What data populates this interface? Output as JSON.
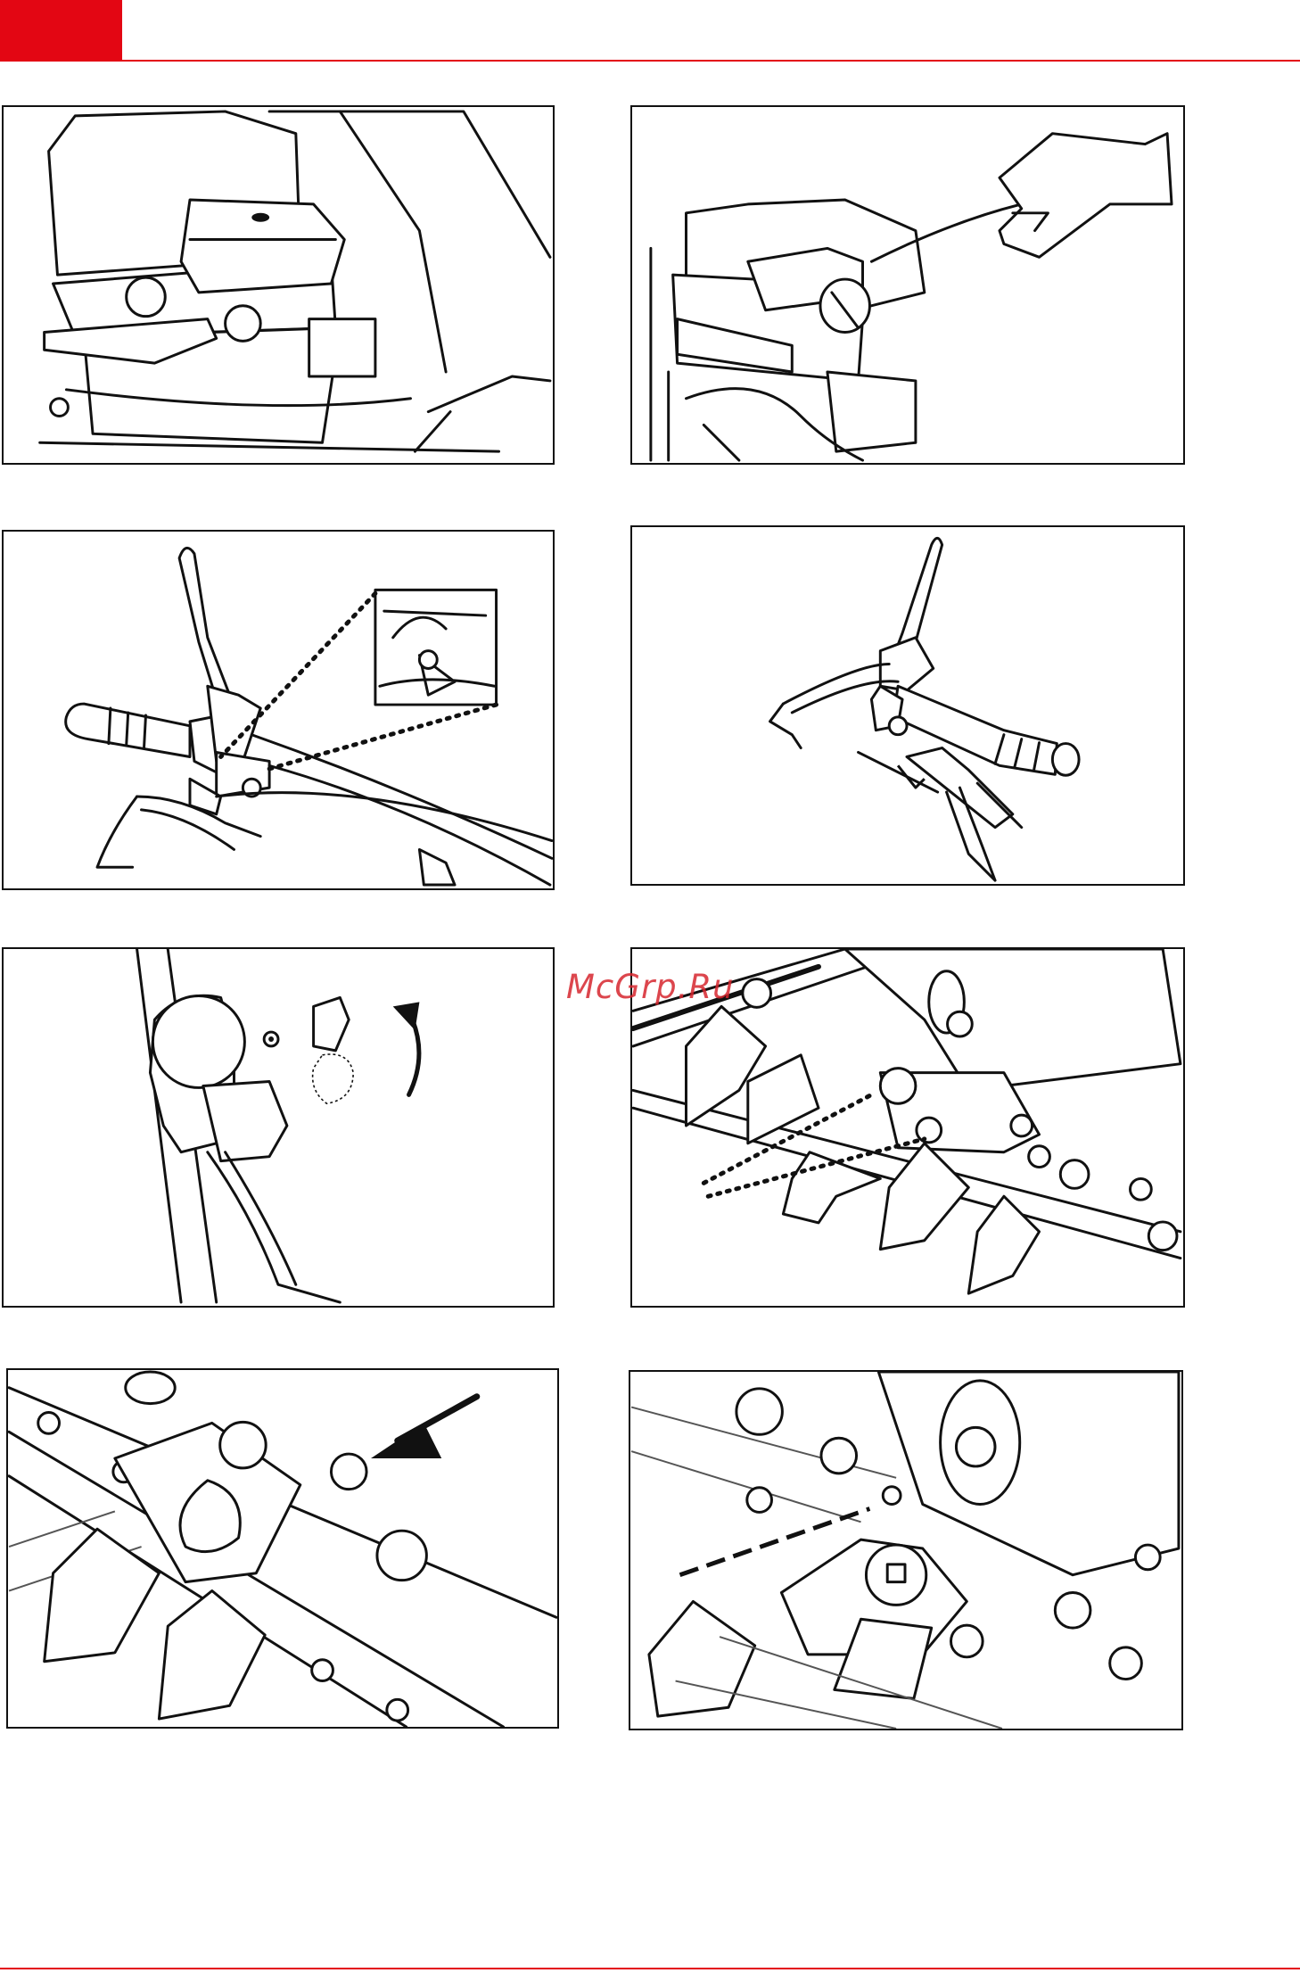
{
  "header": {
    "accent_color": "#e30613"
  },
  "watermark": {
    "text": "McGrp.Ru"
  },
  "figures": [
    {
      "id": "fig1",
      "icon": "engine-fuel-valve-illustration"
    },
    {
      "id": "fig2",
      "icon": "engine-starter-cord-illustration"
    },
    {
      "id": "fig3",
      "icon": "handlebar-lever-left-illustration"
    },
    {
      "id": "fig4",
      "icon": "handlebar-lever-right-illustration"
    },
    {
      "id": "fig5",
      "icon": "control-knob-rotation-illustration"
    },
    {
      "id": "fig6",
      "icon": "cutter-bar-knife-illustration"
    },
    {
      "id": "fig7",
      "icon": "knife-bolts-arrow-illustration"
    },
    {
      "id": "fig8",
      "icon": "grease-nipple-illustration"
    }
  ]
}
